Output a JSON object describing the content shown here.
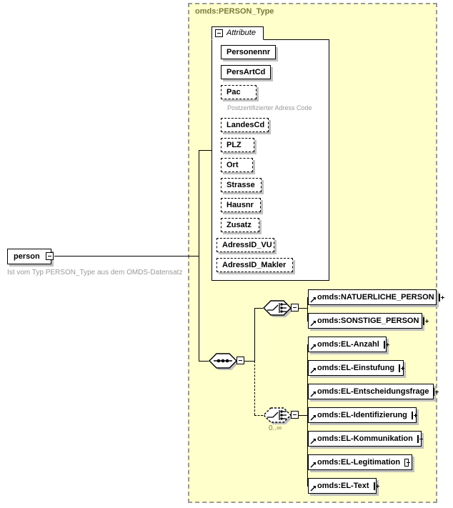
{
  "diagram": {
    "kind": "xsd-schema-diagram",
    "colors": {
      "panel_background": "#ffffcc",
      "panel_border": "#9a9a9a",
      "box_background": "#ffffff",
      "box_border": "#000000",
      "shadow": "#c0c0c0",
      "annotation_text": "#999999",
      "type_label_text": "#7a7a3a",
      "cardinality_text": "#8a7a2a"
    }
  },
  "type_panel": {
    "label": "omds:PERSON_Type"
  },
  "root_element": {
    "name": "person",
    "toggle_icon": "minus-box-icon",
    "annotation": "Ist vom Typ PERSON_Type aus dem OMDS-Datensatz"
  },
  "attribute_group": {
    "tab_label": "Attribute",
    "toggle_icon": "minus-box-icon",
    "attributes": [
      {
        "name": "Personennr",
        "required": true,
        "annotation": ""
      },
      {
        "name": "PersArtCd",
        "required": true,
        "annotation": ""
      },
      {
        "name": "Pac",
        "required": false,
        "annotation": "Postzertifizierter Adress Code"
      },
      {
        "name": "LandesCd",
        "required": false,
        "annotation": ""
      },
      {
        "name": "PLZ",
        "required": false,
        "annotation": ""
      },
      {
        "name": "Ort",
        "required": false,
        "annotation": ""
      },
      {
        "name": "Strasse",
        "required": false,
        "annotation": ""
      },
      {
        "name": "Hausnr",
        "required": false,
        "annotation": ""
      },
      {
        "name": "Zusatz",
        "required": false,
        "annotation": ""
      },
      {
        "name": "AdressID_VU",
        "required": false,
        "annotation": ""
      },
      {
        "name": "AdressID_Makler",
        "required": false,
        "annotation": ""
      }
    ]
  },
  "sequence_compositor": {
    "icon": "sequence-icon",
    "toggle_icon": "minus-box-icon",
    "required": true
  },
  "choice_one": {
    "icon": "choice-icon",
    "toggle_icon": "minus-box-icon",
    "required": true,
    "cardinality": "",
    "elements": [
      {
        "name": "omds:NATUERLICHE_PERSON",
        "toggle_icon": "plus-box-icon",
        "ref_icon": "reference-arrow-icon"
      },
      {
        "name": "omds:SONSTIGE_PERSON",
        "toggle_icon": "plus-box-icon",
        "ref_icon": "reference-arrow-icon"
      }
    ]
  },
  "choice_two": {
    "icon": "choice-icon",
    "toggle_icon": "minus-box-icon",
    "required": false,
    "cardinality": "0..∞",
    "elements": [
      {
        "name": "omds:EL-Anzahl",
        "toggle_icon": "plus-box-icon",
        "ref_icon": "reference-arrow-icon"
      },
      {
        "name": "omds:EL-Einstufung",
        "toggle_icon": "plus-box-icon",
        "ref_icon": "reference-arrow-icon"
      },
      {
        "name": "omds:EL-Entscheidungsfrage",
        "toggle_icon": "plus-box-icon",
        "ref_icon": "reference-arrow-icon"
      },
      {
        "name": "omds:EL-Identifizierung",
        "toggle_icon": "plus-box-icon",
        "ref_icon": "reference-arrow-icon"
      },
      {
        "name": "omds:EL-Kommunikation",
        "toggle_icon": "plus-box-icon",
        "ref_icon": "reference-arrow-icon"
      },
      {
        "name": "omds:EL-Legitimation",
        "toggle_icon": "plus-box-icon",
        "ref_icon": "reference-arrow-icon"
      },
      {
        "name": "omds:EL-Text",
        "toggle_icon": "plus-box-icon",
        "ref_icon": "reference-arrow-icon"
      }
    ]
  }
}
